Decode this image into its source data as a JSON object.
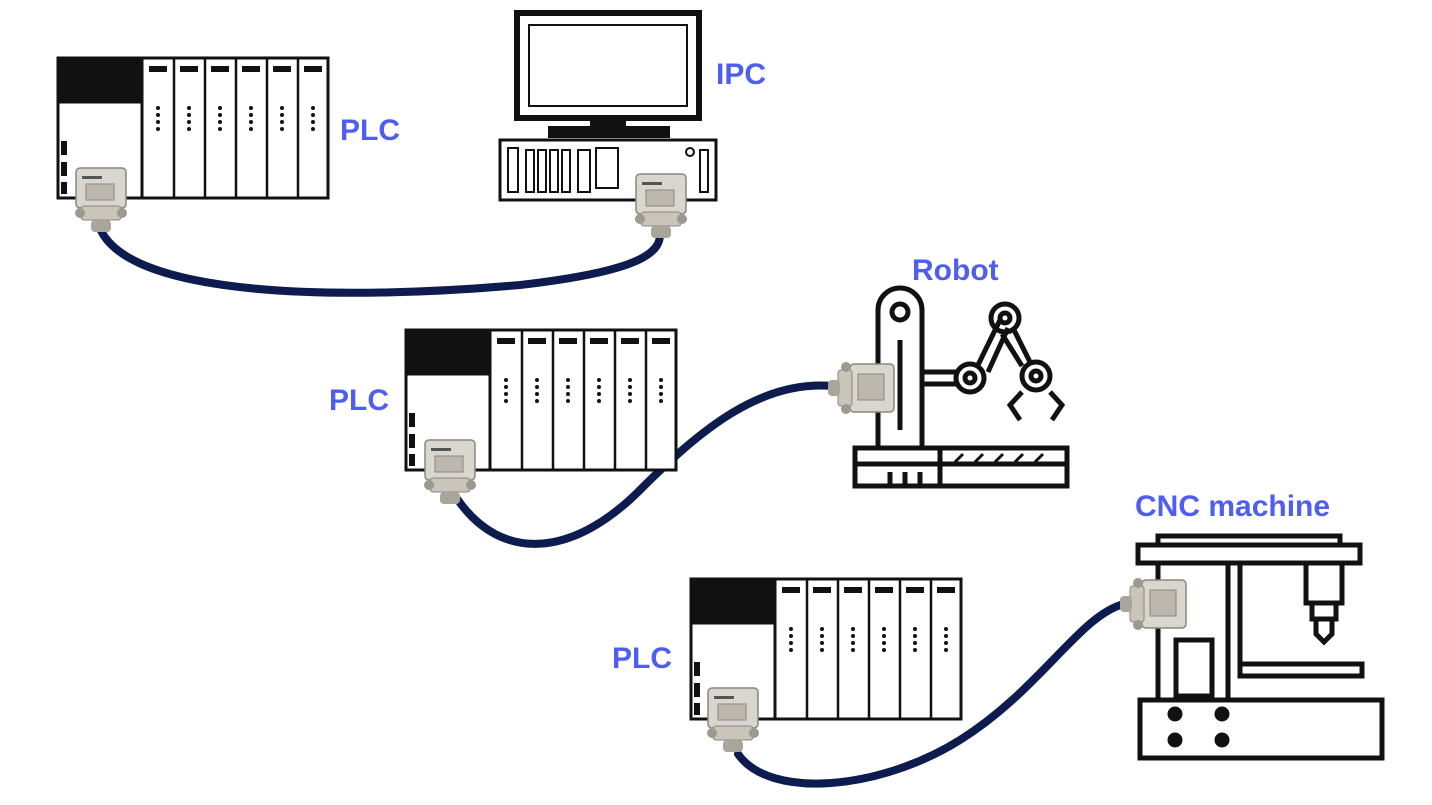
{
  "labels": {
    "plc_1": "PLC",
    "ipc": "IPC",
    "plc_2": "PLC",
    "robot": "Robot",
    "plc_3": "PLC",
    "cnc": "CNC machine"
  },
  "colors": {
    "label": "#4d5ef0",
    "cable": "#0e1b4f",
    "outline": "#111111",
    "connector": "#d9d6cf"
  },
  "icons": [
    "plc-rack-icon",
    "computer-icon",
    "robot-arm-icon",
    "cnc-machine-icon",
    "db9-connector-icon",
    "cable"
  ]
}
